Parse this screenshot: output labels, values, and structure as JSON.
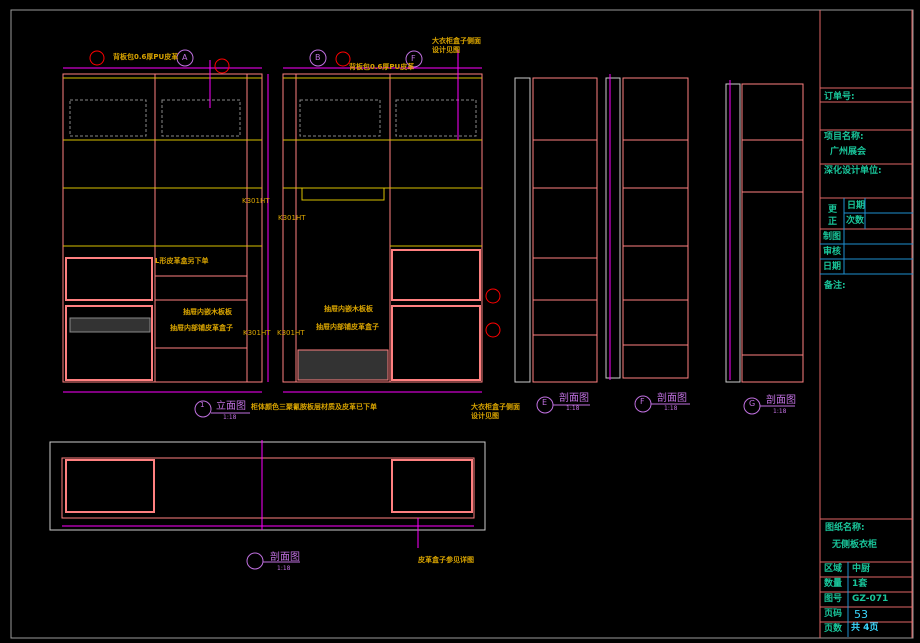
{
  "title_block": {
    "order_no_label": "订单号:",
    "project_label": "项目名称:",
    "project_value": "广州展会",
    "design_unit_label": "深化设计单位:",
    "revision_label": "更正",
    "date_label": "日期",
    "count_label": "次数",
    "drawn_label": "制图",
    "review_label": "审核",
    "date2_label": "日期",
    "remarks_label": "备注:",
    "drawing_name_label": "图纸名称:",
    "drawing_name_value": "无侧板衣柜",
    "area_label": "区域",
    "area_value": "中厨",
    "qty_label": "数量",
    "qty_value": "1套",
    "drawing_no_label": "图号",
    "drawing_no_value": "GZ-071",
    "page_label": "页码",
    "page_value": "53",
    "pages_label": "页数",
    "pages_value": "共 4页"
  },
  "views": {
    "elevation": {
      "marker": "1",
      "title": "立面图",
      "scale": "1:18"
    },
    "section_e": {
      "marker": "E",
      "title": "剖面图",
      "scale": "1:18"
    },
    "section_f": {
      "marker": "F",
      "title": "剖面图",
      "scale": "1:18"
    },
    "section_g": {
      "marker": "G",
      "title": "剖面图",
      "scale": "1:18"
    },
    "plan_section": {
      "title": "剖面图",
      "scale": "1:18"
    },
    "markers": {
      "a": "A",
      "b": "B",
      "f2": "F"
    }
  },
  "notes": {
    "n1": "背板包0.6厚PU皮革",
    "n2": "背板包0.6厚PU皮革",
    "n3": "大衣柜盒子侧面",
    "n3b": "设计见图",
    "n4": "L形皮革盒另下单",
    "n5": "抽屉内嵌木板板",
    "n6": "抽屉内部铺皮革盒子",
    "n7": "抽屉内嵌木板板",
    "n8": "抽屉内部铺皮革盒子",
    "n9": "柜体颜色三聚氰胺板层材质及皮革已下单",
    "n10": "大衣柜盒子侧面",
    "n10b": "设计见图",
    "n11": "皮革盒子参见详图",
    "kd1": "K301HT",
    "kd2": "K301HT",
    "kd3": "K301HT",
    "kd4": "K301HT"
  }
}
